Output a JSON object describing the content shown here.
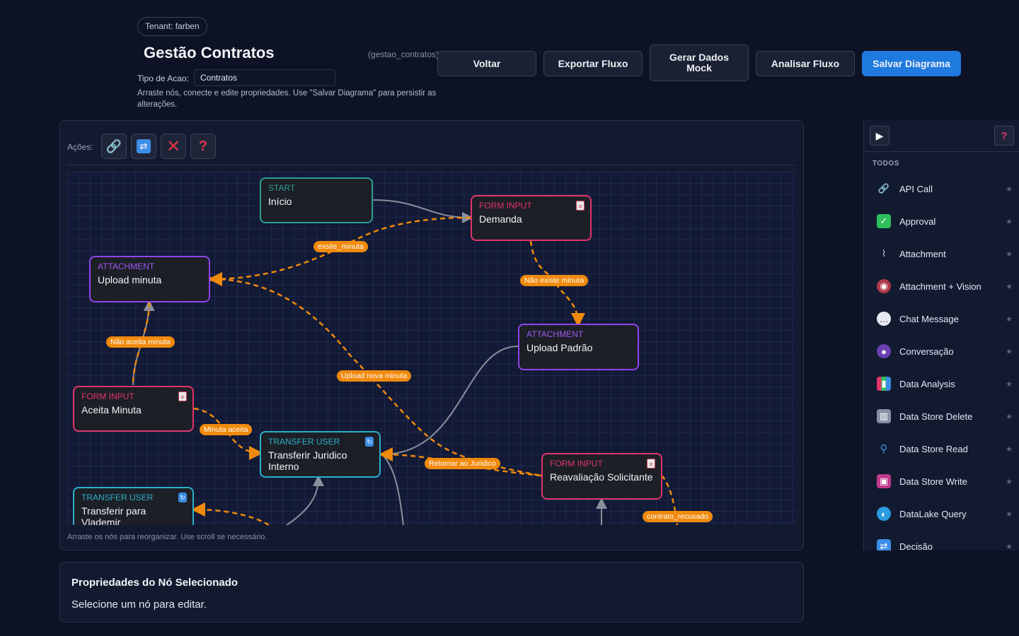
{
  "header": {
    "tenant": "Tenant: farben",
    "title": "Gestão Contratos",
    "slug": "(gestao_contratos)",
    "tipo_label": "Tipo de Acao:",
    "tipo_value": "Contratos",
    "hint": "Arraste nós, conecte e edite propriedades. Use \"Salvar Diagrama\" para persistir as alterações."
  },
  "toolbar": {
    "voltar": "Voltar",
    "exportar": "Exportar Fluxo",
    "gerar": "Gerar Dados Mock",
    "analisar": "Analisar Fluxo",
    "salvar": "Salvar Diagrama"
  },
  "canvas": {
    "actions_label": "Ações:",
    "actions": [
      "link-icon",
      "shuffle-icon",
      "delete-icon",
      "help-icon"
    ],
    "footer": "Arraste os nós para reorganizar. Use scroll se necessário."
  },
  "nodes": {
    "start": {
      "type": "START",
      "label": "Início"
    },
    "demanda": {
      "type": "FORM INPUT",
      "label": "Demanda"
    },
    "upload_minuta": {
      "type": "ATTACHMENT",
      "label": "Upload minuta"
    },
    "upload_padrao": {
      "type": "ATTACHMENT",
      "label": "Upload Padrão"
    },
    "aceita_minuta": {
      "type": "FORM INPUT",
      "label": "Aceita Minuta"
    },
    "transferir_juridico": {
      "type": "TRANSFER USER",
      "label": "Transferir Juridico Interno"
    },
    "reavaliacao": {
      "type": "FORM INPUT",
      "label": "Reavaliação Solicitante"
    },
    "transferir_vlademir": {
      "type": "TRANSFER USER",
      "label": "Transferir para Vlademir"
    }
  },
  "edges": {
    "exsite_minuta": "exsite_minuta",
    "nao_existe_minuta": "Não existe minuta",
    "nao_aceita_minuta": "Não aceita minuta",
    "upload_nova_minuta": "Upload nova minuta",
    "minuta_aceita": "Minuta aceita",
    "retornar_juridico": "Retornar ao Juridico",
    "contrato_recusado": "contrato_recusado"
  },
  "sidebar": {
    "category": "TODOS",
    "items": [
      {
        "name": "API Call",
        "icon": "link-icon",
        "color": "#8a91a6"
      },
      {
        "name": "Approval",
        "icon": "check-icon",
        "color": "#2fbf5a"
      },
      {
        "name": "Attachment",
        "icon": "paperclip-icon",
        "color": "#8a91a6"
      },
      {
        "name": "Attachment + Vision",
        "icon": "eye-icon",
        "color": "#b03a48"
      },
      {
        "name": "Chat Message",
        "icon": "speech-bubble-icon",
        "color": "#e6e9f2"
      },
      {
        "name": "Conversação",
        "icon": "chat-icon",
        "color": "#6a3fb0"
      },
      {
        "name": "Data Analysis",
        "icon": "chart-icon",
        "color": "#3d8ee6"
      },
      {
        "name": "Data Store Delete",
        "icon": "trash-icon",
        "color": "#8a91a6"
      },
      {
        "name": "Data Store Read",
        "icon": "magnifier-icon",
        "color": "#3d8ee6"
      },
      {
        "name": "Data Store Write",
        "icon": "floppy-icon",
        "color": "#c03a8a"
      },
      {
        "name": "DataLake Query",
        "icon": "globe-icon",
        "color": "#2b9be0"
      },
      {
        "name": "Decisão",
        "icon": "shuffle-icon",
        "color": "#3d8ee6"
      }
    ]
  },
  "props": {
    "title": "Propriedades do Nó Selecionado",
    "empty": "Selecione um nó para editar."
  },
  "colors": {
    "accent": "#1f7ae0",
    "edge_conditional": "#f08a0c",
    "start": "#2a9d8f",
    "form": "#e0356b",
    "attachment": "#8e44ec",
    "transfer": "#2bb0c9"
  }
}
